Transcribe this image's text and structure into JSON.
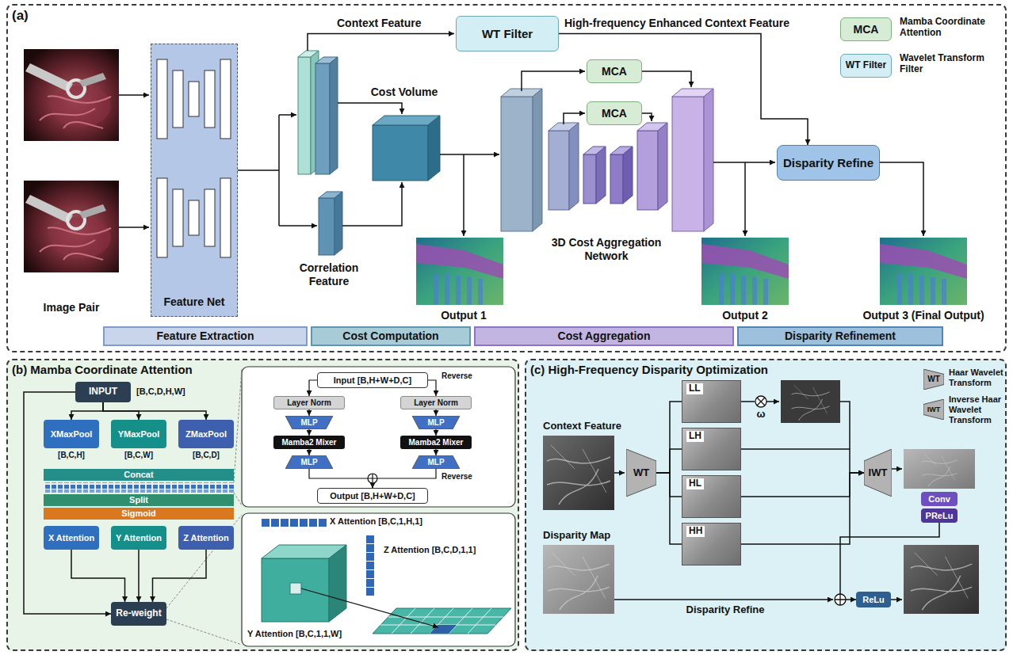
{
  "diagram": {
    "nodes": [
      {
        "text": [
          "(a)"
        ]
      },
      {
        "text": [
          "Feature Net"
        ],
        "in": 0
      },
      {
        "text": [
          "WT Filter"
        ],
        "in": 0
      },
      {
        "text": [
          "MCA"
        ],
        "in": 0
      },
      {
        "text": [
          "MCA"
        ],
        "in": 0
      },
      {
        "text": [
          "Disparity Refine"
        ],
        "in": 0
      },
      {
        "text": [
          "MCA"
        ],
        "in": 0
      },
      {
        "text": [
          "WT Filter"
        ],
        "in": 0
      },
      {
        "text": [
          "Feature Extraction"
        ],
        "in": 0
      },
      {
        "text": [
          "Cost Computation"
        ],
        "in": 0
      },
      {
        "text": [
          "Cost Aggregation"
        ],
        "in": 0
      },
      {
        "text": [
          "Disparity Refinement"
        ],
        "in": 0
      },
      {
        "text": [
          "(b) Mamba Coordinate Attention"
        ]
      },
      {
        "text": [
          "INPUT"
        ],
        "in": 12
      },
      {
        "text": [
          "XMaxPool"
        ],
        "in": 12
      },
      {
        "text": [
          "YMaxPool"
        ],
        "in": 12
      },
      {
        "text": [
          "ZMaxPool"
        ],
        "in": 12
      },
      {
        "text": [
          "Concat"
        ],
        "in": 12
      },
      {
        "text": [
          "Split"
        ],
        "in": 12
      },
      {
        "text": [
          "Sigmoid"
        ],
        "in": 12
      },
      {
        "text": [
          "X Attention"
        ],
        "in": 12
      },
      {
        "text": [
          "Y Attention"
        ],
        "in": 12
      },
      {
        "text": [
          "Z Attention"
        ],
        "in": 12
      },
      {
        "text": [
          "Re-weight"
        ],
        "in": 12
      },
      {
        "text": [
          "Input [B,H+W+D,C]"
        ],
        "in": 12
      },
      {
        "text": [
          "Layer Norm"
        ],
        "in": 12
      },
      {
        "text": [
          "Layer Norm"
        ],
        "in": 12
      },
      {
        "text": [
          "MLP"
        ],
        "in": 12
      },
      {
        "text": [
          "MLP"
        ],
        "in": 12
      },
      {
        "text": [
          "Mamba2 Mixer"
        ],
        "in": 12
      },
      {
        "text": [
          "Mamba2 Mixer"
        ],
        "in": 12
      },
      {
        "text": [
          "MLP"
        ],
        "in": 12
      },
      {
        "text": [
          "MLP"
        ],
        "in": 12
      },
      {
        "text": [
          "Output [B,H+W+D,C]"
        ],
        "in": 12
      },
      {
        "text": [
          "(c) High-Frequency Disparity Optimization"
        ]
      },
      {
        "text": [
          "WT"
        ],
        "in": 34
      },
      {
        "text": [
          "IWT"
        ],
        "in": 34
      },
      {
        "text": [
          "WT"
        ],
        "in": 34
      },
      {
        "text": [
          "LL"
        ],
        "in": 34
      },
      {
        "text": [
          "LH"
        ],
        "in": 34
      },
      {
        "text": [
          "HL"
        ],
        "in": 34
      },
      {
        "text": [
          "HH"
        ],
        "in": 34
      },
      {
        "text": [
          "IWT"
        ],
        "in": 34
      },
      {
        "text": [
          "Conv"
        ],
        "in": 34
      },
      {
        "text": [
          "PReLu"
        ],
        "in": 34
      },
      {
        "text": [
          "ReLu"
        ],
        "in": 34
      }
    ],
    "edges": [
      {
        "from": 2,
        "to": 5,
        "arrow": "to",
        "label": "High-frequency Enhanced Context Feature"
      },
      {
        "from": 13,
        "to": 14,
        "arrow": "to"
      },
      {
        "from": 13,
        "to": 15,
        "arrow": "to"
      },
      {
        "from": 13,
        "to": 16,
        "arrow": "to"
      },
      {
        "from": 13,
        "to": 23,
        "arrow": "to"
      },
      {
        "from": 20,
        "to": 23,
        "arrow": "to"
      },
      {
        "from": 21,
        "to": 23,
        "arrow": "to"
      },
      {
        "from": 22,
        "to": 23,
        "arrow": "to"
      },
      {
        "from": 24,
        "to": 25,
        "arrow": "to"
      },
      {
        "from": 24,
        "to": 26,
        "arrow": "to",
        "label": "Reverse"
      },
      {
        "from": 25,
        "to": 27,
        "arrow": "to"
      },
      {
        "from": 26,
        "to": 28,
        "arrow": "to"
      },
      {
        "from": 27,
        "to": 29,
        "arrow": "to"
      },
      {
        "from": 28,
        "to": 30,
        "arrow": "to"
      },
      {
        "from": 29,
        "to": 31,
        "arrow": "to"
      },
      {
        "from": 30,
        "to": 32,
        "arrow": "to"
      },
      {
        "from": 31,
        "to": 33,
        "arrow": "to"
      },
      {
        "from": 32,
        "to": 33,
        "arrow": "to",
        "label": "Reverse"
      },
      {
        "from": 37,
        "to": 38,
        "arrow": "none"
      },
      {
        "from": 37,
        "to": 39,
        "arrow": "none"
      },
      {
        "from": 37,
        "to": 40,
        "arrow": "none"
      },
      {
        "from": 37,
        "to": 41,
        "arrow": "none"
      },
      {
        "from": 39,
        "to": 42,
        "arrow": "to"
      },
      {
        "from": 40,
        "to": 42,
        "arrow": "to"
      },
      {
        "from": 41,
        "to": 42,
        "arrow": "to"
      },
      {
        "from": 44,
        "to": 45,
        "arrow": "to"
      }
    ],
    "labels": [
      "Image Pair",
      "Context Feature",
      "Cost Volume",
      "Correlation Feature",
      "3D Cost Aggregation Network",
      "Output 1",
      "Output 2",
      "Output 3 (Final Output)",
      "Mamba Coordinate Attention",
      "Wavelet Transform Filter",
      "[B,C,D,H,W]",
      "[B,C,H]",
      "[B,C,W]",
      "[B,C,D]",
      "X Attention [B,C,1,H,1]",
      "Z Attention [B,C,D,1,1]",
      "Y Attention [B,C,1,1,W]",
      "Haar Wavelet Transform",
      "Inverse Haar Wavelet Transform",
      "Context Feature",
      "ω",
      "Disparity Map",
      "Disparity Refine"
    ]
  }
}
